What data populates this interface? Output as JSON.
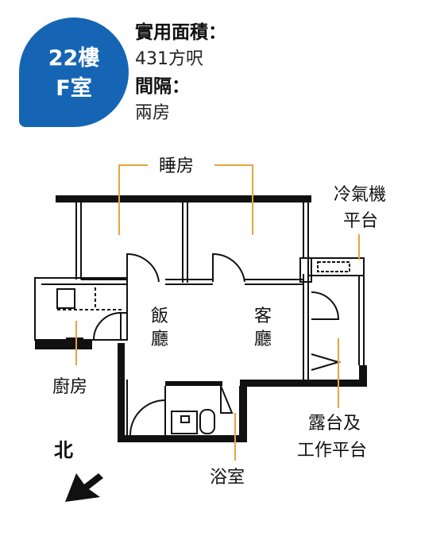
{
  "unit": {
    "floor_line": "22樓",
    "flat_line": "F室",
    "color": "#1565b4"
  },
  "info": {
    "area_label": "實用面積：",
    "area_value": "431方呎",
    "layout_label": "間隔：",
    "layout_value": "兩房"
  },
  "rooms": {
    "bedrooms": "睡房",
    "ac_platform_line1": "冷氣機",
    "ac_platform_line2": "平台",
    "dining_line1": "飯",
    "dining_line2": "廳",
    "living_line1": "客",
    "living_line2": "廳",
    "kitchen": "廚房",
    "balcony_line1": "露台及",
    "balcony_line2": "工作平台",
    "bathroom": "浴室"
  },
  "compass": {
    "label": "北"
  },
  "colors": {
    "leader": "#e8a33d",
    "wall": "#111111"
  }
}
